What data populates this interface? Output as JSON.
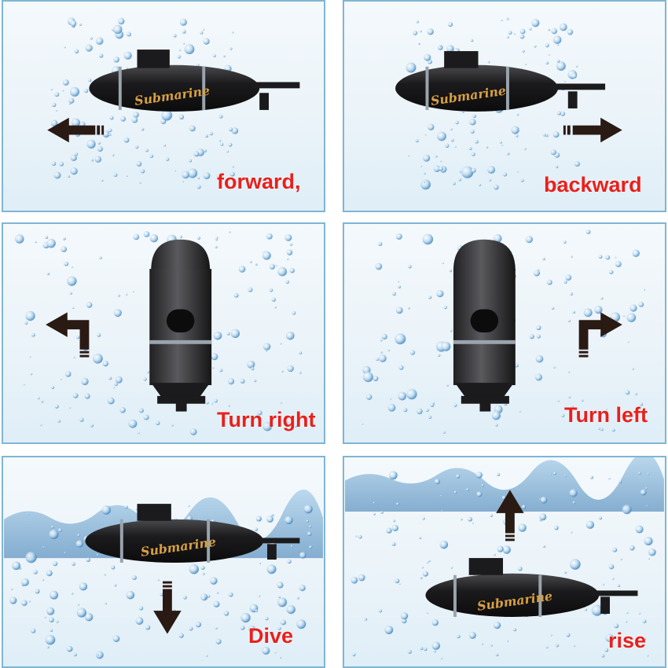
{
  "panels": [
    {
      "label": "forward,"
    },
    {
      "label": "backward"
    },
    {
      "label": "Turn right"
    },
    {
      "label": "Turn left"
    },
    {
      "label": "Dive"
    },
    {
      "label": "rise"
    }
  ],
  "hull_text": "Submarine",
  "colors": {
    "label_red": "#e8201c",
    "border_blue": "#7fb6d4",
    "hull_black": "#1b1b1d",
    "water_blue": "#3f86c0",
    "arrow_dark": "#2a1a14"
  },
  "icons": [
    "arrow-left-icon",
    "arrow-right-icon",
    "arrow-turn-left-icon",
    "arrow-turn-right-icon",
    "arrow-down-icon",
    "arrow-up-icon"
  ]
}
